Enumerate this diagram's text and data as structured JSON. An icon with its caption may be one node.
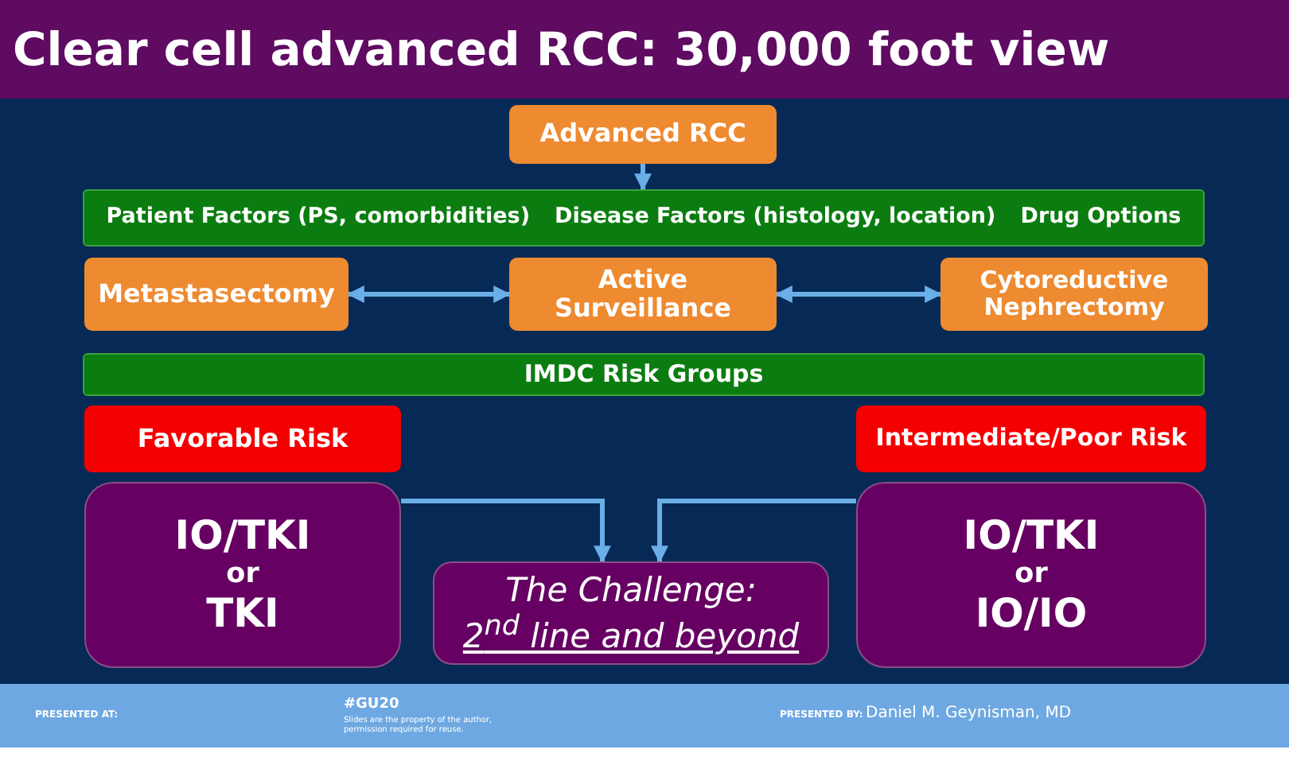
{
  "diagram": {
    "title": "Clear cell advanced RCC: 30,000 foot view",
    "nodes": [
      {
        "text": [
          "Advanced RCC"
        ]
      },
      {
        "text": [
          "Patient Factors (PS, comorbidities)",
          "Disease Factors (histology, location)",
          "Drug Options"
        ]
      },
      {
        "text": [
          "Metastasectomy"
        ]
      },
      {
        "text": [
          "Active Surveillance"
        ]
      },
      {
        "text": [
          "Cytoreductive Nephrectomy"
        ]
      },
      {
        "text": [
          "IMDC Risk Groups"
        ]
      },
      {
        "text": [
          "Favorable Risk"
        ]
      },
      {
        "text": [
          "Intermediate/Poor Risk"
        ]
      },
      {
        "text": [
          "IO/TKI",
          "or",
          "TKI"
        ]
      },
      {
        "text": [
          "IO/TKI",
          "or",
          "IO/IO"
        ]
      },
      {
        "text": [
          "The Challenge:",
          "2$^{nd}$ line and beyond"
        ]
      }
    ],
    "edges": [
      {
        "from": 0,
        "to": 1,
        "arrow": "to"
      },
      {
        "from": 2,
        "to": 3,
        "arrow": "both"
      },
      {
        "from": 3,
        "to": 4,
        "arrow": "both"
      },
      {
        "from": 8,
        "to": 10,
        "arrow": "to"
      },
      {
        "from": 9,
        "to": 10,
        "arrow": "to"
      }
    ],
    "labels": [
      "PRESENTED AT:",
      "#GU20",
      "Slides are the property of the author, permission required for reuse.",
      "PRESENTED BY:",
      "Daniel M. Geynisman, MD"
    ]
  }
}
